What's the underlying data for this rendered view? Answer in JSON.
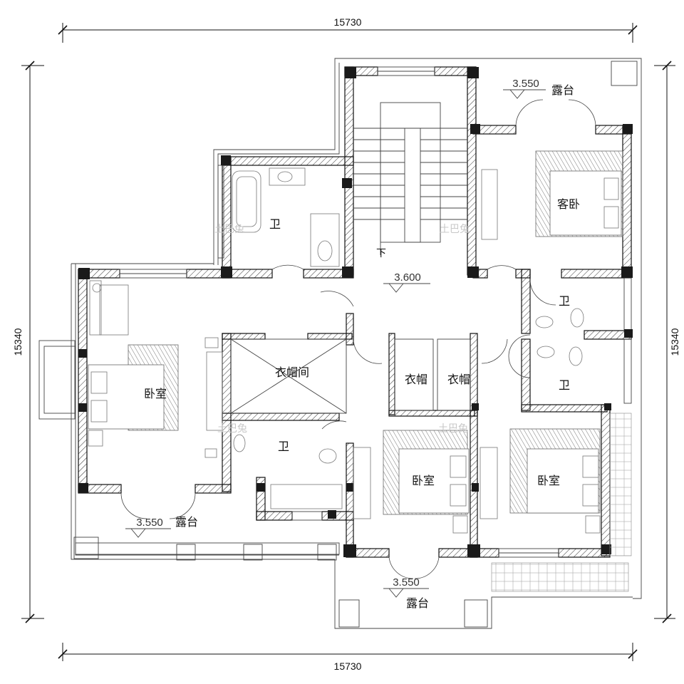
{
  "dimensions": {
    "top": "15730",
    "bottom": "15730",
    "left": "15340",
    "right": "15340"
  },
  "levels": {
    "top_terrace": "3.550",
    "hall": "3.600",
    "left_terrace": "3.550",
    "bottom_terrace": "3.550"
  },
  "rooms": {
    "bath_top": "卫",
    "guest_bedroom": "客卧",
    "bath_right_1": "卫",
    "bath_right_2": "卫",
    "walk_in_closet": "衣帽间",
    "closet_1": "衣帽",
    "closet_2": "衣帽",
    "bedroom_left": "卧室",
    "bath_center": "卫",
    "bedroom_center": "卧室",
    "bedroom_right": "卧室",
    "terrace_top": "露台",
    "terrace_left": "露台",
    "terrace_bottom": "露台"
  },
  "stair_label": "下",
  "watermarks": [
    "土巴兔",
    "土巴兔",
    "土巴兔",
    "土巴兔"
  ]
}
